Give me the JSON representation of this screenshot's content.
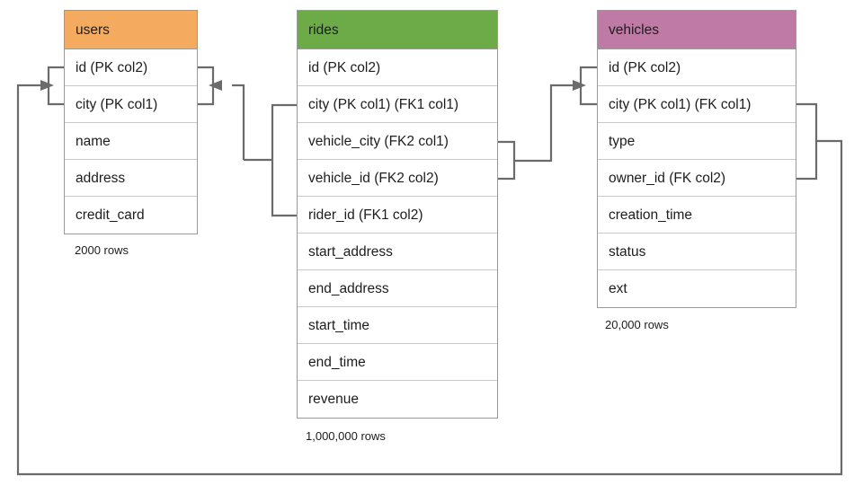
{
  "diagram": {
    "kind": "entity-relationship-diagram",
    "background_color": "#ffffff",
    "connector_color": "#6b6b6b",
    "border_color": "#9a9a9a",
    "row_border_color": "#c9c9c9",
    "text_color": "#1d1d1d"
  },
  "tables": [
    {
      "name": "users",
      "header_color": "#f4ab60",
      "row_count_label": "2000 rows",
      "columns": [
        {
          "label": "id (PK col2)"
        },
        {
          "label": "city (PK col1)"
        },
        {
          "label": "name"
        },
        {
          "label": "address"
        },
        {
          "label": "credit_card"
        }
      ]
    },
    {
      "name": "rides",
      "header_color": "#6cab47",
      "row_count_label": "1,000,000 rows",
      "columns": [
        {
          "label": "id (PK col2)"
        },
        {
          "label": "city (PK col1) (FK1 col1)"
        },
        {
          "label": "vehicle_city (FK2 col1)"
        },
        {
          "label": "vehicle_id (FK2 col2)"
        },
        {
          "label": "rider_id (FK1 col2)"
        },
        {
          "label": "start_address"
        },
        {
          "label": "end_address"
        },
        {
          "label": "start_time"
        },
        {
          "label": "end_time"
        },
        {
          "label": "revenue"
        }
      ]
    },
    {
      "name": "vehicles",
      "header_color": "#bf7ba5",
      "row_count_label": "20,000 rows",
      "columns": [
        {
          "label": "id (PK col2)"
        },
        {
          "label": "city (PK col1) (FK col1)"
        },
        {
          "label": "type"
        },
        {
          "label": "owner_id (FK col2)"
        },
        {
          "label": "creation_time"
        },
        {
          "label": "status"
        },
        {
          "label": "ext"
        }
      ]
    }
  ],
  "relationships": [
    {
      "name": "rides-fk1-to-users",
      "from_table": "rides",
      "from_columns": [
        "city (PK col1) (FK1 col1)",
        "rider_id (FK1 col2)"
      ],
      "to_table": "users",
      "to_columns": [
        "id (PK col2)",
        "city (PK col1)"
      ],
      "arrow_at": "users"
    },
    {
      "name": "rides-fk2-to-vehicles",
      "from_table": "rides",
      "from_columns": [
        "vehicle_city (FK2 col1)",
        "vehicle_id (FK2 col2)"
      ],
      "to_table": "vehicles",
      "to_columns": [
        "id (PK col2)",
        "city (PK col1) (FK col1)"
      ],
      "arrow_at": "vehicles"
    },
    {
      "name": "vehicles-fk-to-users",
      "from_table": "vehicles",
      "from_columns": [
        "city (PK col1) (FK col1)",
        "owner_id (FK col2)"
      ],
      "to_table": "users",
      "to_columns": [
        "id (PK col2)",
        "city (PK col1)"
      ],
      "arrow_at": "users"
    }
  ]
}
